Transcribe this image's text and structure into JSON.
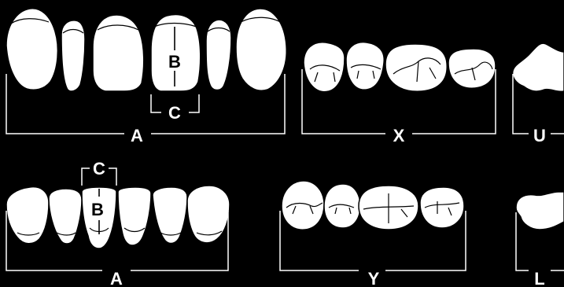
{
  "diagram": {
    "upper_anterior": {
      "span_label": "A",
      "height_label": "B",
      "width_label": "C"
    },
    "upper_posterior": {
      "span_label": "X"
    },
    "upper_molar_partial": {
      "label": "U"
    },
    "lower_anterior": {
      "span_label": "A",
      "height_label": "B",
      "width_label": "C"
    },
    "lower_posterior": {
      "span_label": "Y"
    },
    "lower_molar_partial": {
      "label": "L"
    },
    "colors": {
      "background": "#000000",
      "tooth": "#ffffff",
      "outline": "#000000",
      "bracket": "#ffffff"
    }
  }
}
